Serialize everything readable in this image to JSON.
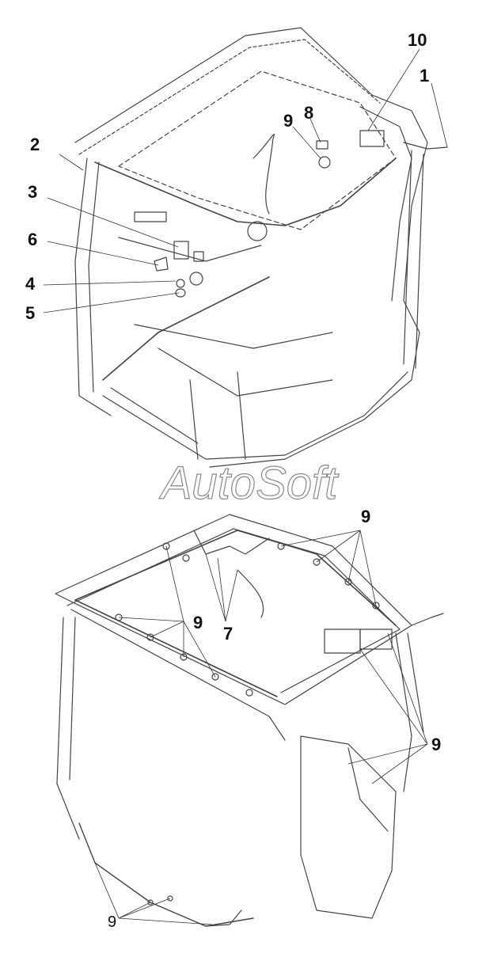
{
  "diagram": {
    "watermark": "AutoSoft",
    "callouts": {
      "c10": "10",
      "c1": "1",
      "c9a": "9",
      "c8": "8",
      "c2": "2",
      "c3": "3",
      "c6": "6",
      "c4": "4",
      "c5": "5",
      "c9b": "9",
      "c9c": "9",
      "c7": "7",
      "c9d": "9",
      "c9e": "9"
    }
  }
}
